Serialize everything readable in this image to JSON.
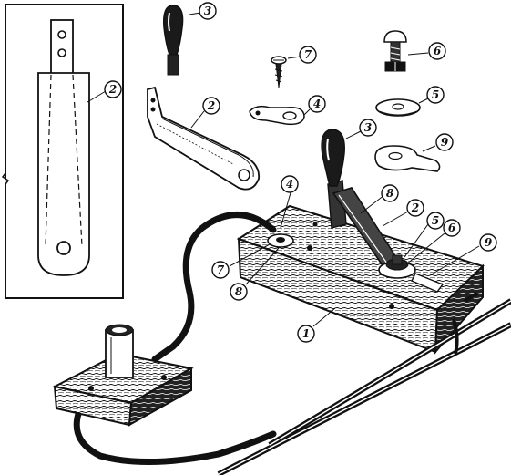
{
  "figure": {
    "callouts": [
      {
        "id": "c1",
        "label": "1"
      },
      {
        "id": "c2a",
        "label": "2"
      },
      {
        "id": "c2b",
        "label": "2"
      },
      {
        "id": "c2c",
        "label": "2"
      },
      {
        "id": "c3a",
        "label": "3"
      },
      {
        "id": "c3b",
        "label": "3"
      },
      {
        "id": "c4a",
        "label": "4"
      },
      {
        "id": "c4b",
        "label": "4"
      },
      {
        "id": "c5a",
        "label": "5"
      },
      {
        "id": "c5b",
        "label": "5"
      },
      {
        "id": "c6a",
        "label": "6"
      },
      {
        "id": "c6b",
        "label": "6"
      },
      {
        "id": "c7a",
        "label": "7"
      },
      {
        "id": "c7b",
        "label": "7"
      },
      {
        "id": "c8a",
        "label": "8"
      },
      {
        "id": "c8b",
        "label": "8"
      },
      {
        "id": "c9a",
        "label": "9"
      },
      {
        "id": "c9b",
        "label": "9"
      }
    ]
  }
}
